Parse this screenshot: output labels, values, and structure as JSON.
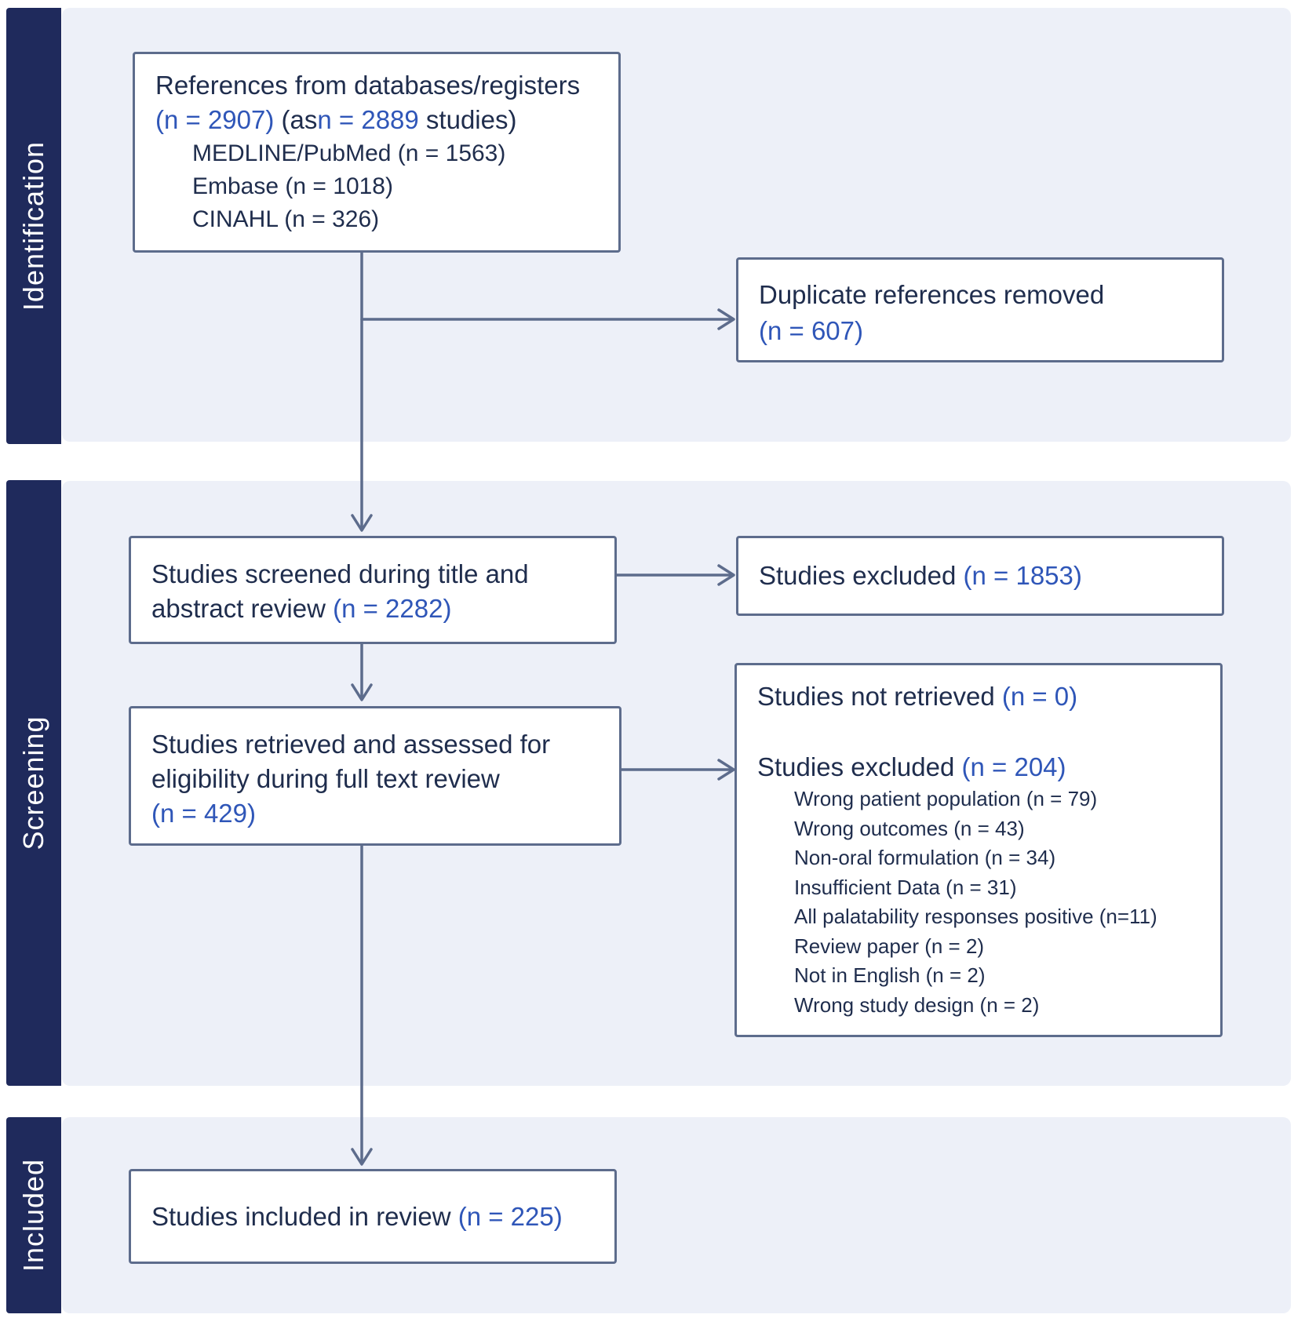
{
  "phases": {
    "identification": "Identification",
    "screening": "Screening",
    "included": "Included"
  },
  "boxes": {
    "references": {
      "line1": "References from databases/registers",
      "count": "(n = 2907)",
      "as_text": "(as",
      "studies_count": "n = 2889",
      "studies_text": "studies)",
      "sources": [
        "MEDLINE/PubMed (n = 1563)",
        "Embase (n = 1018)",
        "CINAHL (n = 326)"
      ]
    },
    "duplicates": {
      "label": "Duplicate references removed",
      "count": "(n = 607)"
    },
    "screened": {
      "line1": "Studies screened during title and",
      "line2": "abstract review",
      "count": "(n = 2282)"
    },
    "excluded_screen": {
      "label": "Studies excluded",
      "count": "(n = 1853)"
    },
    "retrieved": {
      "line1": "Studies retrieved and assessed for",
      "line2": "eligibility during full text review",
      "count": "(n = 429)"
    },
    "not_retrieved": {
      "label": "Studies not retrieved",
      "count": "(n = 0)"
    },
    "excluded_full": {
      "label": "Studies excluded",
      "count": "(n = 204)",
      "reasons": [
        "Wrong patient population (n = 79)",
        "Wrong outcomes (n = 43)",
        "Non-oral formulation (n = 34)",
        "Insufficient Data (n = 31)",
        "All palatability responses positive (n=11)",
        "Review paper (n = 2)",
        "Not in English (n = 2)",
        "Wrong study design (n = 2)"
      ]
    },
    "included": {
      "label": "Studies included in review",
      "count": "(n = 225)"
    }
  },
  "colors": {
    "sidebar": "#1f2a5c",
    "band": "#edf0f8",
    "box_border": "#5d6c8c",
    "text": "#1f2d4d",
    "count": "#2f56b8"
  }
}
